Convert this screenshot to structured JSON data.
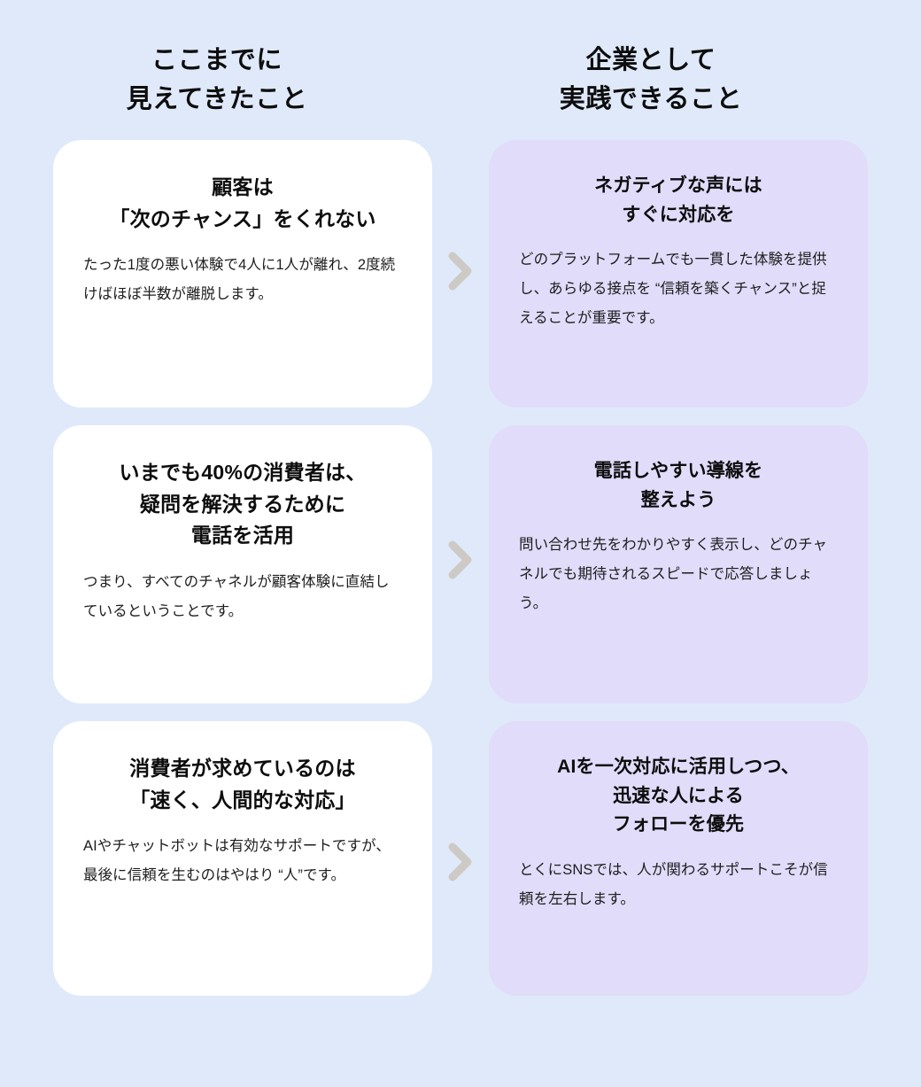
{
  "background_color": "#dfe9fa",
  "columns": {
    "left": {
      "header": "ここまでに\n見えてきたこと",
      "card_color": "#ffffff"
    },
    "right": {
      "header": "企業として\n実践できること",
      "card_color": "#e0dcf9"
    }
  },
  "connector": {
    "icon": "chevron-right-icon",
    "color": "#cdcac6"
  },
  "rows": [
    {
      "insight": {
        "title": "顧客は\n「次のチャンス」をくれない",
        "body": "たった1度の悪い体験で4人に1人が離れ、2度続けばほぼ半数が離脱します。"
      },
      "action": {
        "title": "ネガティブな声には\nすぐに対応を",
        "body": "どのプラットフォームでも一貫した体験を提供し、あらゆる接点を “信頼を築くチャンス”と捉えることが重要です。"
      }
    },
    {
      "insight": {
        "title": "いまでも40%の消費者は、\n疑問を解決するために\n電話を活用",
        "body": "つまり、すべてのチャネルが顧客体験に直結しているということです。"
      },
      "action": {
        "title": "電話しやすい導線を\n整えよう",
        "body": "問い合わせ先をわかりやすく表示し、どのチャネルでも期待されるスピードで応答しましょう。"
      }
    },
    {
      "insight": {
        "title": "消費者が求めているのは\n「速く、人間的な対応」",
        "body": "AIやチャットボットは有効なサポートですが、最後に信頼を生むのはやはり “人”です。"
      },
      "action": {
        "title": "AIを一次対応に活用しつつ、\n迅速な人による\nフォローを優先",
        "body": "とくにSNSでは、人が関わるサポートこそが信頼を左右します。"
      }
    }
  ]
}
